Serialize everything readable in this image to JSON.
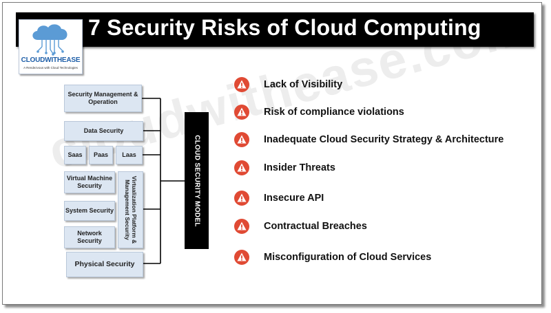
{
  "title": "7 Security Risks of Cloud Computing",
  "logo": {
    "name": "CLOUDWITHEASE",
    "tagline": "A Rendezvous with Cloud Technologies"
  },
  "watermark": "cloudwithease.com",
  "model": {
    "label": "CLOUD SECURITY MODEL",
    "boxes": {
      "security_management": "Security Management & Operation",
      "data_security": "Data Security",
      "saas": "Saas",
      "paas": "Paas",
      "laas": "Laas",
      "vm_security": "Virtual Machine Security",
      "virtualization": "Virtualization Platform & Management Security",
      "system_security": "System Security",
      "network_security": "Network Security",
      "physical_security": "Physical Security"
    }
  },
  "risks": [
    "Lack of Visibility",
    "Risk of compliance violations",
    "Inadequate Cloud Security Strategy & Architecture",
    "Insider Threats",
    "Insecure API",
    "Contractual Breaches",
    "Misconfiguration of Cloud Services"
  ],
  "colors": {
    "accent_red": "#e04a34",
    "box_fill": "#dce6f2",
    "title_bar": "#000000",
    "brand_blue": "#1f5fa8"
  },
  "icons": {
    "risk": "warning-triangle-icon",
    "logo": "cloud-circuit-icon"
  }
}
